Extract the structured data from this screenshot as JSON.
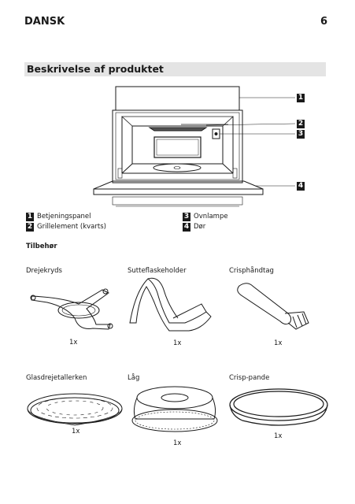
{
  "header": {
    "language": "DANSK",
    "page_number": "6"
  },
  "section_title": "Beskrivelse af produktet",
  "diagram_callouts": [
    "1",
    "2",
    "3",
    "4"
  ],
  "legend": [
    {
      "num": "1",
      "label": "Betjeningspanel"
    },
    {
      "num": "2",
      "label": "Grillelement (kvarts)"
    },
    {
      "num": "3",
      "label": "Ovnlampe"
    },
    {
      "num": "4",
      "label": "Dør"
    }
  ],
  "accessories_title": "Tilbehør",
  "accessories": [
    {
      "name": "Drejekryds",
      "qty": "1x"
    },
    {
      "name": "Sutteflaskeholder",
      "qty": "1x"
    },
    {
      "name": "Crisphåndtag",
      "qty": "1x"
    },
    {
      "name": "Glasdrejetallerken",
      "qty": "1x"
    },
    {
      "name": "Låg",
      "qty": "1x"
    },
    {
      "name": "Crisp-pande",
      "qty": "1x"
    }
  ]
}
